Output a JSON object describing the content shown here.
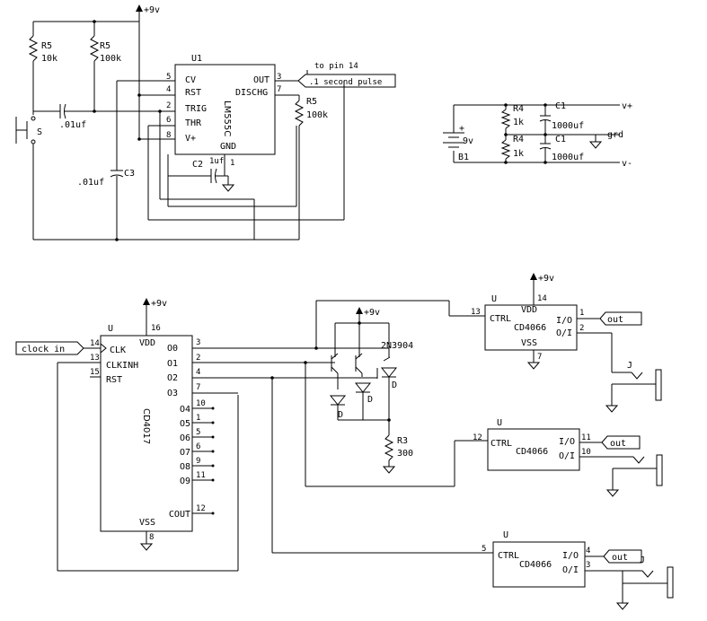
{
  "schematic_555": {
    "supply": "+9v",
    "chip_ref": "U1",
    "chip_name": "LM555C",
    "pins": {
      "cv": "CV",
      "rst": "RST",
      "trig": "TRIG",
      "thr": "THR",
      "vplus": "V+",
      "out": "OUT",
      "dischg": "DISCHG",
      "gnd": "GND",
      "n5": "5",
      "n4": "4",
      "n2": "2",
      "n6": "6",
      "n8": "8",
      "n3": "3",
      "n7": "7",
      "n1": "1"
    },
    "r5_left": {
      "ref": "R5",
      "value": "10k"
    },
    "r5_mid": {
      "ref": "R5",
      "value": "100k"
    },
    "r5_right": {
      "ref": "R5",
      "value": "100k"
    },
    "c_series": ".01uf",
    "c3": {
      "ref": "C3",
      "value": ".01uf"
    },
    "c2": {
      "ref": "C2",
      "value": "1uf"
    },
    "switch": "S",
    "out_flag": ".1 second pulse",
    "out_note": "to pin 14"
  },
  "power_supply": {
    "battery": {
      "ref": "B1",
      "value": "9v",
      "plus": "+"
    },
    "r4_top": {
      "ref": "R4",
      "value": "1k"
    },
    "r4_bot": {
      "ref": "R4",
      "value": "1k"
    },
    "c1_top": {
      "ref": "C1",
      "value": "1000uf"
    },
    "c1_bot": {
      "ref": "C1",
      "value": "1000uf"
    },
    "v_plus": "v+",
    "ground": "grd",
    "v_minus": "v-"
  },
  "counter": {
    "supply": "+9v",
    "chip_ref": "U",
    "chip_name": "CD4017",
    "vdd": "VDD",
    "vss": "VSS",
    "clk": "CLK",
    "clkinh": "CLKINH",
    "rst": "RST",
    "clock_in": "clock in",
    "pin_vdd": "16",
    "pin_vss": "8",
    "pin_clk": "14",
    "pin_clkinh": "13",
    "pin_rst": "15",
    "outputs": [
      {
        "name": "O0",
        "pin": "3"
      },
      {
        "name": "O1",
        "pin": "2"
      },
      {
        "name": "O2",
        "pin": "4"
      },
      {
        "name": "O3",
        "pin": "7"
      },
      {
        "name": "O4",
        "pin": "10"
      },
      {
        "name": "O5",
        "pin": "1"
      },
      {
        "name": "O6",
        "pin": "5"
      },
      {
        "name": "O7",
        "pin": "6"
      },
      {
        "name": "O8",
        "pin": "9"
      },
      {
        "name": "O9",
        "pin": "11"
      },
      {
        "name": "COUT",
        "pin": "12"
      }
    ]
  },
  "leds": {
    "supply": "+9v",
    "transistor": "2N3904",
    "diode_label": "D",
    "r3": {
      "ref": "R3",
      "value": "300"
    }
  },
  "switches": [
    {
      "ref": "U",
      "chip": "CD4066",
      "ctrl": "CTRL",
      "io": "I/O",
      "oi": "O/I",
      "vdd": "VDD",
      "vss": "VSS",
      "supply": "+9v",
      "pin_ctrl": "13",
      "pin_io": "1",
      "pin_oi": "2",
      "pin_vdd": "14",
      "pin_vss": "7",
      "out": "out",
      "jack": "J"
    },
    {
      "ref": "U",
      "chip": "CD4066",
      "ctrl": "CTRL",
      "io": "I/O",
      "oi": "O/I",
      "pin_ctrl": "12",
      "pin_io": "11",
      "pin_oi": "10",
      "out": "out"
    },
    {
      "ref": "U",
      "chip": "CD4066",
      "ctrl": "CTRL",
      "io": "I/O",
      "oi": "O/I",
      "pin_ctrl": "5",
      "pin_io": "4",
      "pin_oi": "3",
      "out": "out",
      "jack": "J"
    }
  ]
}
